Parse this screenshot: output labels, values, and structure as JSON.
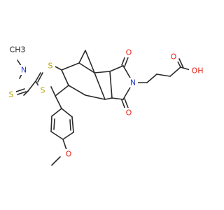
{
  "molecule": {
    "atoms": {
      "s_ring": "S",
      "s_thiazole": "S",
      "s_thione": "S",
      "n_thiazole": "N",
      "methyl": "CH3",
      "n_imide": "N",
      "o_imide_top": "O",
      "o_imide_bottom": "O",
      "o_methoxy": "O",
      "o_acid_carbonyl": "O",
      "acid_oh": "OH"
    },
    "colors": {
      "sulfur": "#b5a200",
      "nitrogen": "#2b3ec8",
      "oxygen": "#e8261c",
      "carbon": "#2a2a2a"
    }
  }
}
